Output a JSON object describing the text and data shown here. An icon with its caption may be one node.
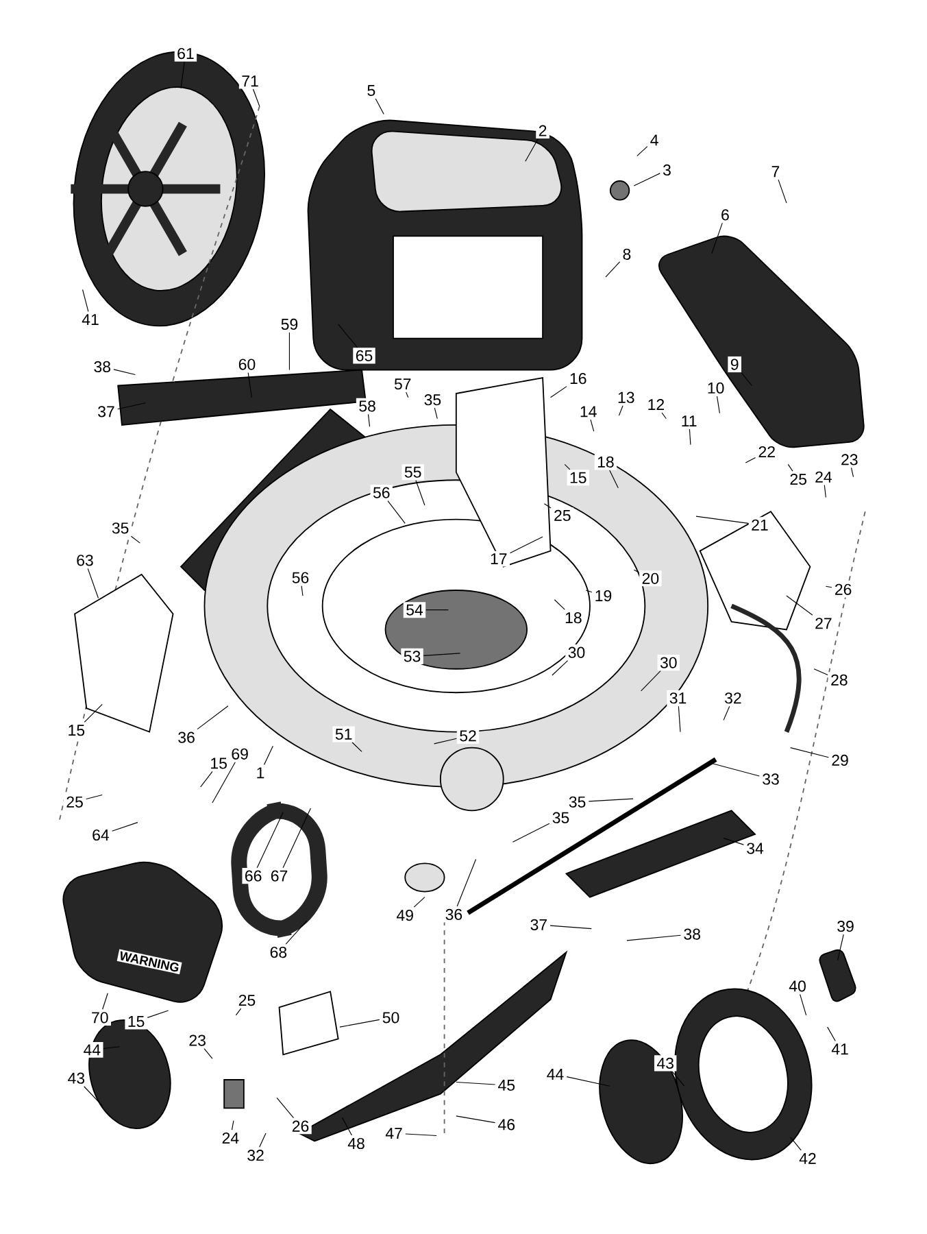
{
  "diagram": {
    "nodes": [
      {
        "text": [
          "61"
        ]
      },
      {
        "text": [
          "71"
        ]
      },
      {
        "text": [
          "5"
        ]
      },
      {
        "text": [
          "2"
        ]
      },
      {
        "text": [
          "4"
        ]
      },
      {
        "text": [
          "3"
        ]
      },
      {
        "text": [
          "41"
        ]
      },
      {
        "text": [
          "7"
        ]
      },
      {
        "text": [
          "6"
        ]
      },
      {
        "text": [
          "8"
        ]
      },
      {
        "text": [
          "65"
        ]
      },
      {
        "text": [
          "59"
        ]
      },
      {
        "text": [
          "60"
        ]
      },
      {
        "text": [
          "38"
        ]
      },
      {
        "text": [
          "37"
        ]
      },
      {
        "text": [
          "16"
        ]
      },
      {
        "text": [
          "57"
        ]
      },
      {
        "text": [
          "35"
        ]
      },
      {
        "text": [
          "13"
        ]
      },
      {
        "text": [
          "14"
        ]
      },
      {
        "text": [
          "12"
        ]
      },
      {
        "text": [
          "11"
        ]
      },
      {
        "text": [
          "10"
        ]
      },
      {
        "text": [
          "9"
        ]
      },
      {
        "text": [
          "58"
        ]
      },
      {
        "text": [
          "22"
        ]
      },
      {
        "text": [
          "23"
        ]
      },
      {
        "text": [
          "25"
        ]
      },
      {
        "text": [
          "24"
        ]
      },
      {
        "text": [
          "15"
        ]
      },
      {
        "text": [
          "55"
        ]
      },
      {
        "text": [
          "25"
        ]
      },
      {
        "text": [
          "18"
        ]
      },
      {
        "text": [
          "21"
        ]
      },
      {
        "text": [
          "35"
        ]
      },
      {
        "text": [
          "56"
        ]
      },
      {
        "text": [
          "56"
        ]
      },
      {
        "text": [
          "63"
        ]
      },
      {
        "text": [
          "17"
        ]
      },
      {
        "text": [
          "18"
        ]
      },
      {
        "text": [
          "19"
        ]
      },
      {
        "text": [
          "20"
        ]
      },
      {
        "text": [
          "26"
        ]
      },
      {
        "text": [
          "27"
        ]
      },
      {
        "text": [
          "54"
        ]
      },
      {
        "text": [
          "53"
        ]
      },
      {
        "text": [
          "30"
        ]
      },
      {
        "text": [
          "30"
        ]
      },
      {
        "text": [
          "28"
        ]
      },
      {
        "text": [
          "15"
        ]
      },
      {
        "text": [
          "36"
        ]
      },
      {
        "text": [
          "31"
        ]
      },
      {
        "text": [
          "32"
        ]
      },
      {
        "text": [
          "51"
        ]
      },
      {
        "text": [
          "52"
        ]
      },
      {
        "text": [
          "29"
        ]
      },
      {
        "text": [
          "1"
        ]
      },
      {
        "text": [
          "15"
        ]
      },
      {
        "text": [
          "69"
        ]
      },
      {
        "text": [
          "33"
        ]
      },
      {
        "text": [
          "35"
        ]
      },
      {
        "text": [
          "35"
        ]
      },
      {
        "text": [
          "25"
        ]
      },
      {
        "text": [
          "64"
        ]
      },
      {
        "text": [
          "34"
        ]
      },
      {
        "text": [
          "66"
        ]
      },
      {
        "text": [
          "67"
        ]
      },
      {
        "text": [
          "36"
        ]
      },
      {
        "text": [
          "49"
        ]
      },
      {
        "text": [
          "37"
        ]
      },
      {
        "text": [
          "38"
        ]
      },
      {
        "text": [
          "39"
        ]
      },
      {
        "text": [
          "68"
        ]
      },
      {
        "text": [
          "70"
        ]
      },
      {
        "text": [
          "15"
        ]
      },
      {
        "text": [
          "25"
        ]
      },
      {
        "text": [
          "50"
        ]
      },
      {
        "text": [
          "40"
        ]
      },
      {
        "text": [
          "41"
        ]
      },
      {
        "text": [
          "44"
        ]
      },
      {
        "text": [
          "23"
        ]
      },
      {
        "text": [
          "43"
        ]
      },
      {
        "text": [
          "44"
        ]
      },
      {
        "text": [
          "45"
        ]
      },
      {
        "text": [
          "43"
        ]
      },
      {
        "text": [
          "46"
        ]
      },
      {
        "text": [
          "26"
        ]
      },
      {
        "text": [
          "24"
        ]
      },
      {
        "text": [
          "48"
        ]
      },
      {
        "text": [
          "32"
        ]
      },
      {
        "text": [
          "47"
        ]
      },
      {
        "text": [
          "42"
        ]
      }
    ],
    "edges": [
      {
        "from": 0,
        "to": null,
        "arrow": "none"
      },
      {
        "from": 1,
        "to": null,
        "arrow": "none"
      },
      {
        "from": 2,
        "to": null,
        "arrow": "none"
      },
      {
        "from": 3,
        "to": null,
        "arrow": "none"
      },
      {
        "from": 4,
        "to": null,
        "arrow": "none"
      },
      {
        "from": 5,
        "to": null,
        "arrow": "none"
      },
      {
        "from": 6,
        "to": null,
        "arrow": "none"
      },
      {
        "from": 7,
        "to": null,
        "arrow": "none"
      },
      {
        "from": 8,
        "to": null,
        "arrow": "none"
      },
      {
        "from": 9,
        "to": null,
        "arrow": "none"
      },
      {
        "from": 10,
        "to": null,
        "arrow": "none"
      },
      {
        "from": 11,
        "to": null,
        "arrow": "none"
      },
      {
        "from": 12,
        "to": null,
        "arrow": "none"
      },
      {
        "from": 13,
        "to": null,
        "arrow": "none"
      },
      {
        "from": 14,
        "to": null,
        "arrow": "none"
      },
      {
        "from": 15,
        "to": null,
        "arrow": "none"
      },
      {
        "from": 16,
        "to": null,
        "arrow": "none"
      },
      {
        "from": 17,
        "to": null,
        "arrow": "none"
      },
      {
        "from": 18,
        "to": null,
        "arrow": "none"
      },
      {
        "from": 19,
        "to": null,
        "arrow": "none"
      },
      {
        "from": 20,
        "to": null,
        "arrow": "none"
      },
      {
        "from": 21,
        "to": null,
        "arrow": "none"
      },
      {
        "from": 22,
        "to": null,
        "arrow": "none"
      },
      {
        "from": 23,
        "to": null,
        "arrow": "none"
      },
      {
        "from": 24,
        "to": null,
        "arrow": "none"
      },
      {
        "from": 25,
        "to": null,
        "arrow": "none"
      },
      {
        "from": 26,
        "to": null,
        "arrow": "none"
      },
      {
        "from": 27,
        "to": null,
        "arrow": "none"
      },
      {
        "from": 28,
        "to": null,
        "arrow": "none"
      },
      {
        "from": 29,
        "to": null,
        "arrow": "none"
      },
      {
        "from": 30,
        "to": null,
        "arrow": "none"
      },
      {
        "from": 31,
        "to": null,
        "arrow": "none"
      },
      {
        "from": 32,
        "to": null,
        "arrow": "none"
      },
      {
        "from": 33,
        "to": null,
        "arrow": "none"
      },
      {
        "from": 34,
        "to": null,
        "arrow": "none"
      },
      {
        "from": 35,
        "to": null,
        "arrow": "none"
      },
      {
        "from": 36,
        "to": null,
        "arrow": "none"
      },
      {
        "from": 37,
        "to": null,
        "arrow": "none"
      },
      {
        "from": 38,
        "to": null,
        "arrow": "none"
      },
      {
        "from": 39,
        "to": null,
        "arrow": "none"
      },
      {
        "from": 40,
        "to": null,
        "arrow": "none"
      },
      {
        "from": 41,
        "to": null,
        "arrow": "none"
      },
      {
        "from": 42,
        "to": null,
        "arrow": "none"
      },
      {
        "from": 43,
        "to": null,
        "arrow": "none"
      },
      {
        "from": 44,
        "to": null,
        "arrow": "none"
      },
      {
        "from": 45,
        "to": null,
        "arrow": "none"
      },
      {
        "from": 46,
        "to": null,
        "arrow": "none"
      },
      {
        "from": 47,
        "to": null,
        "arrow": "none"
      },
      {
        "from": 48,
        "to": null,
        "arrow": "none"
      },
      {
        "from": 49,
        "to": null,
        "arrow": "none"
      },
      {
        "from": 50,
        "to": null,
        "arrow": "none"
      },
      {
        "from": 51,
        "to": null,
        "arrow": "none"
      },
      {
        "from": 52,
        "to": null,
        "arrow": "none"
      },
      {
        "from": 53,
        "to": null,
        "arrow": "none"
      },
      {
        "from": 54,
        "to": null,
        "arrow": "none"
      },
      {
        "from": 55,
        "to": null,
        "arrow": "none"
      },
      {
        "from": 56,
        "to": null,
        "arrow": "none"
      },
      {
        "from": 57,
        "to": null,
        "arrow": "none"
      },
      {
        "from": 58,
        "to": null,
        "arrow": "none"
      },
      {
        "from": 59,
        "to": null,
        "arrow": "none"
      },
      {
        "from": 60,
        "to": null,
        "arrow": "none"
      },
      {
        "from": 61,
        "to": null,
        "arrow": "none"
      },
      {
        "from": 62,
        "to": null,
        "arrow": "none"
      },
      {
        "from": 63,
        "to": null,
        "arrow": "none"
      },
      {
        "from": 64,
        "to": null,
        "arrow": "none"
      },
      {
        "from": 65,
        "to": null,
        "arrow": "none"
      },
      {
        "from": 66,
        "to": null,
        "arrow": "none"
      },
      {
        "from": 67,
        "to": null,
        "arrow": "none"
      },
      {
        "from": 68,
        "to": null,
        "arrow": "none"
      },
      {
        "from": 69,
        "to": null,
        "arrow": "none"
      },
      {
        "from": 70,
        "to": null,
        "arrow": "none"
      },
      {
        "from": 71,
        "to": null,
        "arrow": "none"
      },
      {
        "from": 72,
        "to": null,
        "arrow": "none"
      },
      {
        "from": 73,
        "to": null,
        "arrow": "none"
      },
      {
        "from": 74,
        "to": null,
        "arrow": "none"
      },
      {
        "from": 75,
        "to": null,
        "arrow": "none"
      },
      {
        "from": 76,
        "to": null,
        "arrow": "none"
      },
      {
        "from": 77,
        "to": null,
        "arrow": "none"
      },
      {
        "from": 78,
        "to": null,
        "arrow": "none"
      },
      {
        "from": 79,
        "to": null,
        "arrow": "none"
      },
      {
        "from": 80,
        "to": null,
        "arrow": "none"
      },
      {
        "from": 81,
        "to": null,
        "arrow": "none"
      },
      {
        "from": 82,
        "to": null,
        "arrow": "none"
      },
      {
        "from": 83,
        "to": null,
        "arrow": "none"
      },
      {
        "from": 84,
        "to": null,
        "arrow": "none"
      },
      {
        "from": 85,
        "to": null,
        "arrow": "none"
      },
      {
        "from": 86,
        "to": null,
        "arrow": "none"
      },
      {
        "from": 87,
        "to": null,
        "arrow": "none"
      },
      {
        "from": 88,
        "to": null,
        "arrow": "none"
      },
      {
        "from": 89,
        "to": null,
        "arrow": "none"
      },
      {
        "from": 90,
        "to": null,
        "arrow": "none"
      },
      {
        "from": 91,
        "to": null,
        "arrow": "none"
      }
    ],
    "labels": [
      "WARNING"
    ]
  }
}
